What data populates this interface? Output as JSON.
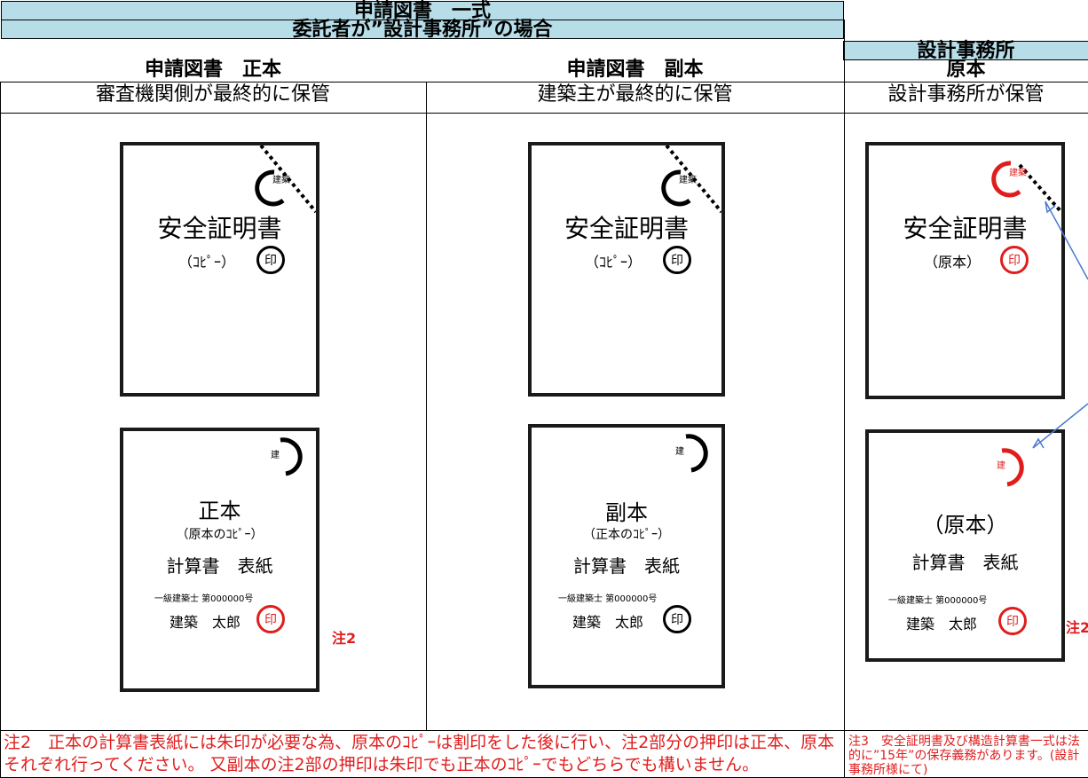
{
  "header": {
    "title": "申請図書　一式",
    "subtitle": "委託者が”設計事務所”の場合",
    "right_header": "設計事務所"
  },
  "columns": [
    {
      "name": "申請図書　正本",
      "desc": "審査機関側が最終的に保管"
    },
    {
      "name": "申請図書　副本",
      "desc": "建築主が最終的に保管"
    },
    {
      "name": "原本",
      "desc": "設計事務所が保管"
    }
  ],
  "docs": {
    "cert_title": "安全証明書",
    "cert_copy_sub": "（ｺﾋﾟｰ）",
    "cert_orig_sub": "（原本）",
    "seal_text": "印",
    "corner_top": "建築",
    "corner_bottom": "建",
    "calc_title_seihon": "正本",
    "calc_sub_seihon": "（原本のｺﾋﾟｰ）",
    "calc_title_fukuhon": "副本",
    "calc_sub_fukuhon": "（正本のｺﾋﾟｰ）",
    "calc_title_genpon": "（原本）",
    "calc_cover": "計算書　表紙",
    "license": "一級建築士 第000000号",
    "architect": "建築　太郎"
  },
  "notes": {
    "note2_marker": "注2",
    "note2_marker_cut": "注2",
    "note2_text": "注2　正本の計算書表紙には朱印が必要な為、原本のｺﾋﾟｰは割印をした後に行い、注2部分の押印は正本、原本それぞれ行ってください。 又副本の注2部の押印は朱印でも正本のｺﾋﾟｰでもどちらでも構いません。",
    "note3_text": "注3　安全証明書及び構造計算書一式は法的に”15年”の保存義務があります。(設計事務所様にて)"
  },
  "colors": {
    "header_bg": "#b7dde8",
    "red": "#e01d1d",
    "arrow": "#4a7bd0"
  }
}
